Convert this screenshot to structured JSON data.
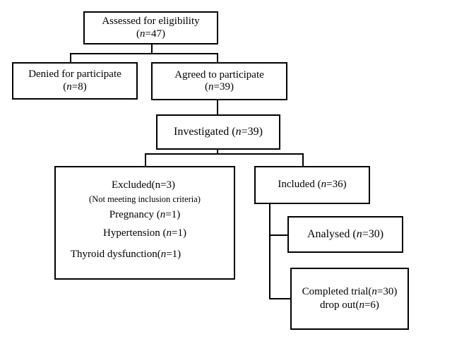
{
  "flowchart": {
    "assessed": {
      "label": "Assessed for eligibility",
      "n_pre": "(",
      "n_var": "n",
      "n_val": "=47)"
    },
    "denied": {
      "label": "Denied for participate",
      "n_pre": "(",
      "n_var": "n",
      "n_val": "=8)"
    },
    "agreed": {
      "label": "Agreed to participate",
      "n_pre": "(",
      "n_var": "n",
      "n_val": "=39)"
    },
    "investigated": {
      "label": "Investigated (",
      "n_var": "n",
      "n_val": "=39)"
    },
    "excluded": {
      "title": "Excluded(n=3)",
      "subtitle": "(Not meeting inclusion criteria)",
      "pregnancy_label": "Pregnancy (",
      "pregnancy_var": "n",
      "pregnancy_val": "=1)",
      "hypertension_label": "Hypertension (",
      "hypertension_var": "n",
      "hypertension_val": "=1)",
      "thyroid_label": "Thyroid dysfunction(",
      "thyroid_var": "n",
      "thyroid_val": "=1)"
    },
    "included": {
      "label": "Included (",
      "n_var": "n",
      "n_val": "=36)"
    },
    "analysed": {
      "label": "Analysed (",
      "n_var": "n",
      "n_val": "=30)"
    },
    "completed": {
      "trial_label": "Completed trial(",
      "trial_var": "n",
      "trial_val": "=30)",
      "dropout_label": "drop out(",
      "dropout_var": "n",
      "dropout_val": "=6)"
    }
  },
  "colors": {
    "stroke": "#000000",
    "background": "#ffffff"
  }
}
